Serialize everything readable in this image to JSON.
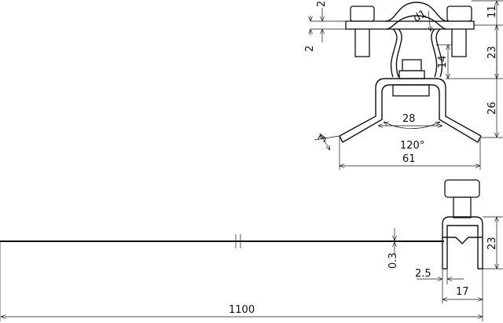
{
  "top_view": {
    "dim_plate_thickness": "2",
    "dim_strap_thickness": "2",
    "dim_conductor": "d1",
    "dim_height_top": "11",
    "dim_height_mid": "23",
    "dim_ring_gap": "14",
    "dim_saddle_height": "26",
    "dim_saddle_thickness": "3",
    "dim_saddle_inner_width": "28",
    "dim_saddle_angle": "120°",
    "dim_saddle_width": "61"
  },
  "side_view": {
    "dim_strip_thickness": "0.3",
    "dim_wall": "2.5",
    "dim_clamp_height": "23",
    "dim_clamp_width": "17",
    "dim_total_length": "1100"
  }
}
